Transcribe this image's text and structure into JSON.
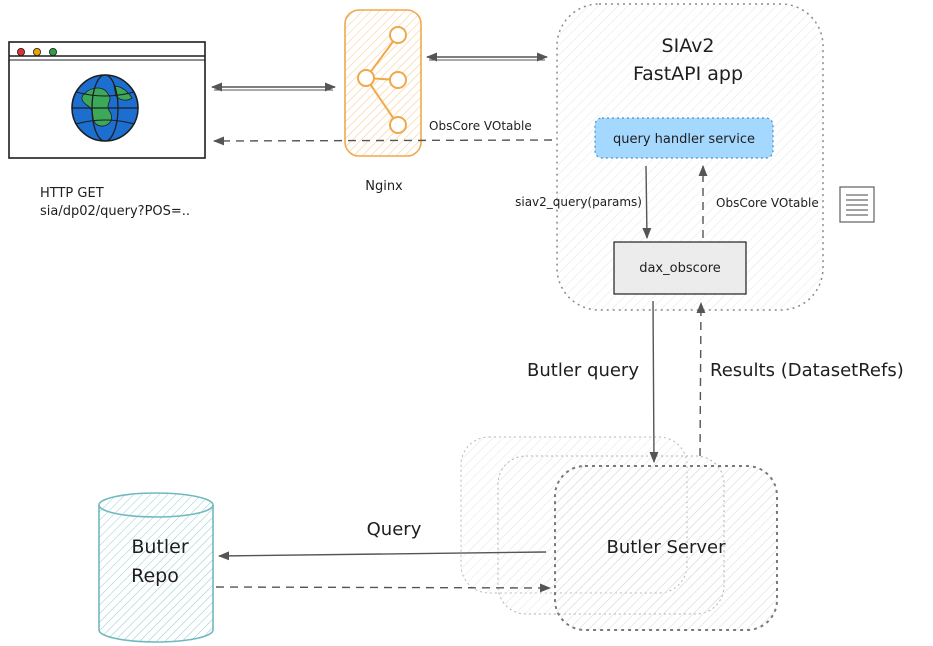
{
  "browser": {
    "request_line1": "HTTP GET",
    "request_line2": "sia/dp02/query?POS=.."
  },
  "nginx": {
    "label": "Nginx"
  },
  "app": {
    "title_line1": "SIAv2",
    "title_line2": "FastAPI app",
    "query_handler_label": "query handler service",
    "dax_label": "dax_obscore"
  },
  "edges": {
    "nginx_response": "ObsCore VOtable",
    "app_response": "ObsCore VOtable",
    "siav2_query": "siav2_query(params)",
    "butler_query": "Butler query",
    "results": "Results (DatasetRefs)",
    "repo_query": "Query"
  },
  "butler_server": {
    "label": "Butler Server"
  },
  "butler_repo": {
    "label_line1": "Butler",
    "label_line2": "Repo"
  },
  "icons": [
    "browser-window-icon",
    "globe-icon",
    "nginx-icon",
    "document-icon",
    "database-icon"
  ],
  "colors": {
    "query_handler_fill": "#a5d8ff",
    "query_handler_stroke": "#4a90c8",
    "nginx_orange": "#f0a94a",
    "repo_teal": "#6fb8bf",
    "globe_blue": "#1c6fd1",
    "globe_green": "#3ca95a",
    "dot_red": "#e03131",
    "dot_yellow": "#f0a000",
    "dot_green": "#2f9e44"
  }
}
